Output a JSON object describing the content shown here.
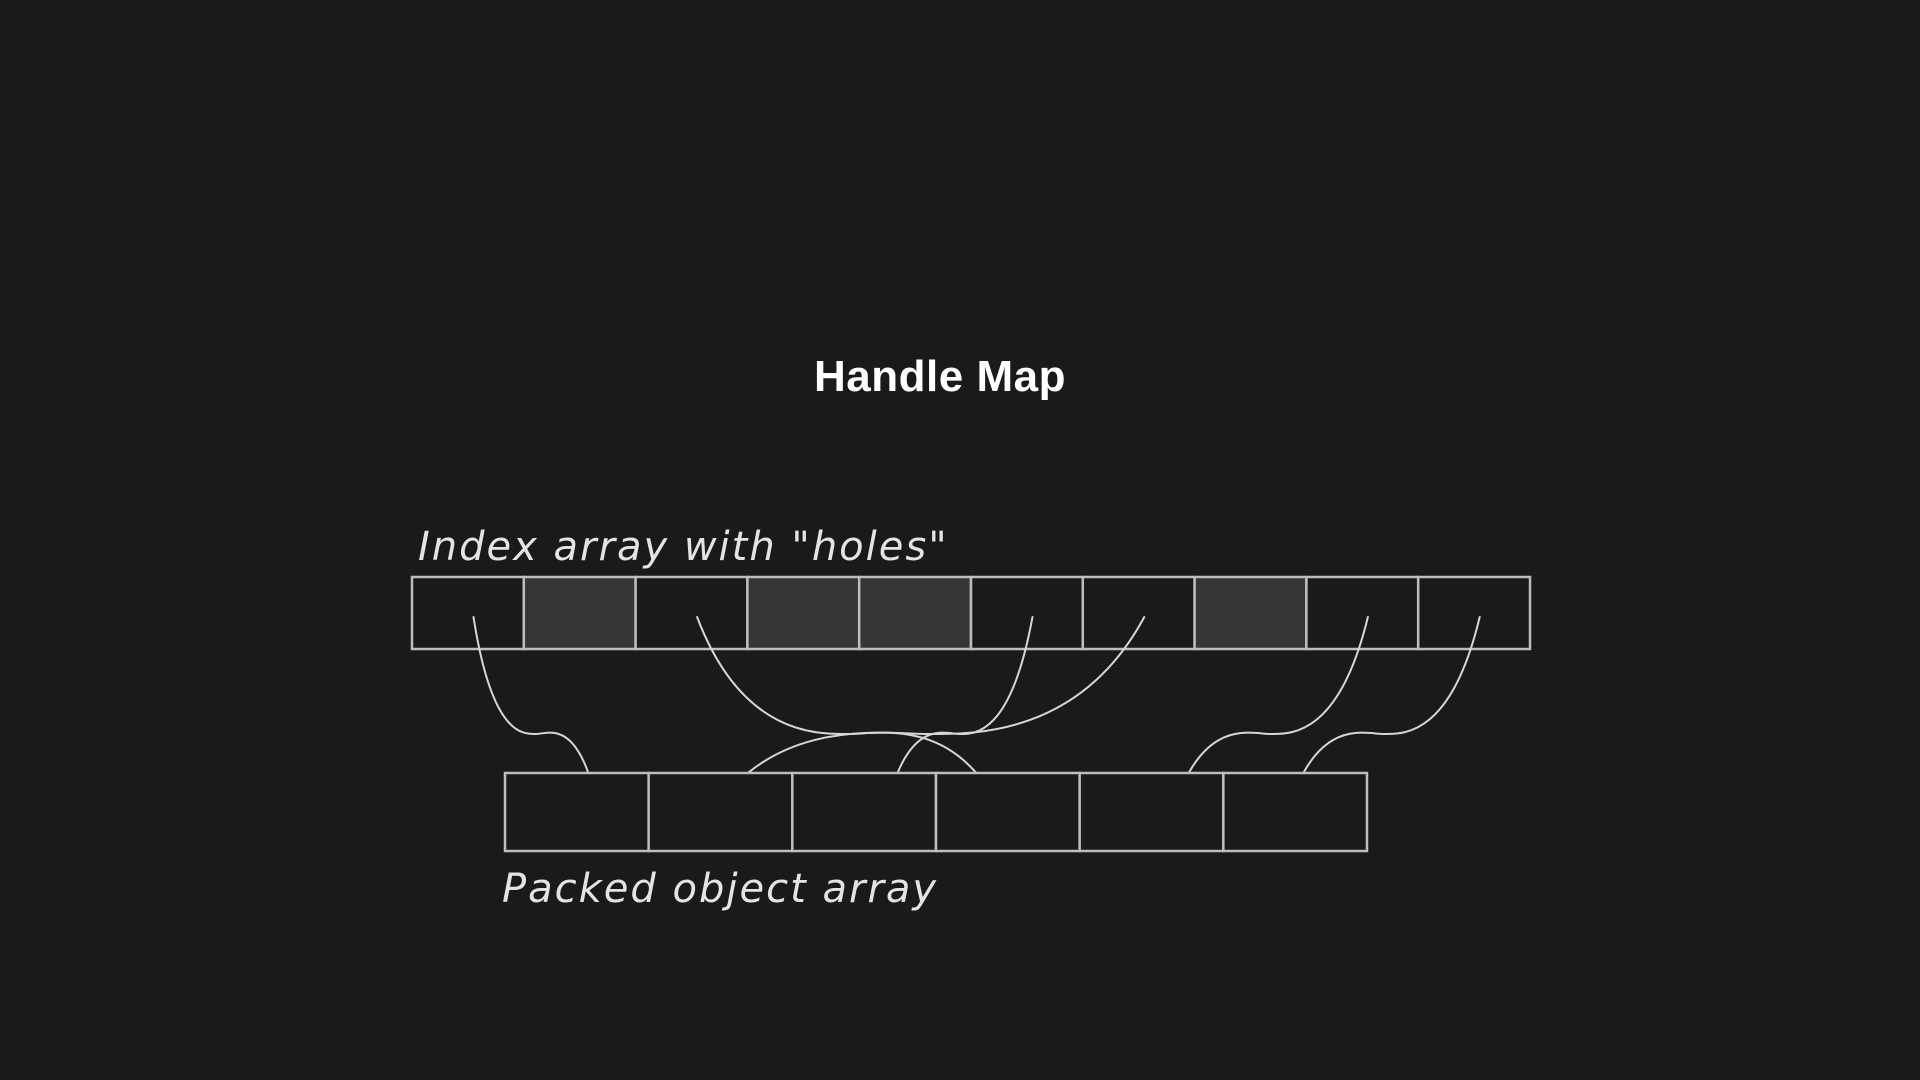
{
  "slide": {
    "title": "Handle Map",
    "background_color": "#1a1a1a"
  },
  "diagram": {
    "index_array": {
      "label": "Index array with \"holes\"",
      "cells": [
        {
          "hole": false
        },
        {
          "hole": true
        },
        {
          "hole": false
        },
        {
          "hole": true
        },
        {
          "hole": true
        },
        {
          "hole": false
        },
        {
          "hole": false
        },
        {
          "hole": true
        },
        {
          "hole": false
        },
        {
          "hole": false
        }
      ],
      "hole_color": "#363636",
      "empty_color": "#1a1a1a"
    },
    "packed_array": {
      "label": "Packed object array",
      "cell_count": 6
    },
    "mappings": [
      {
        "from": 0,
        "to": 0
      },
      {
        "from": 2,
        "to": 3
      },
      {
        "from": 5,
        "to": 2
      },
      {
        "from": 6,
        "to": 1
      },
      {
        "from": 8,
        "to": 4
      },
      {
        "from": 9,
        "to": 5
      }
    ]
  }
}
